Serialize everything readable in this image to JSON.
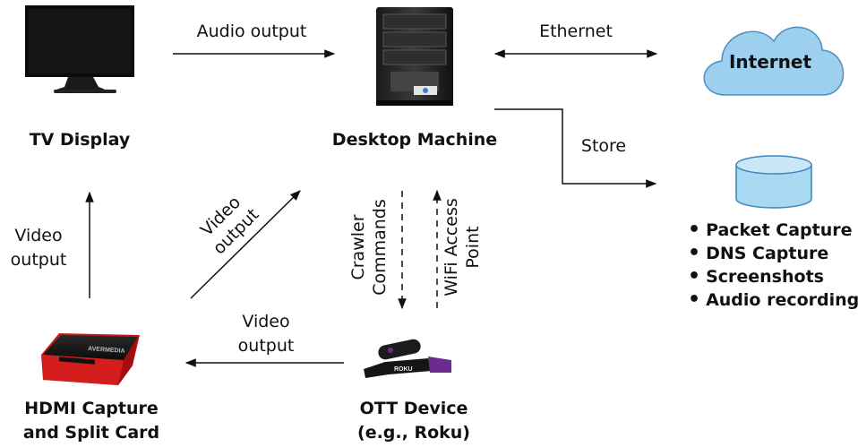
{
  "nodes": {
    "tv": {
      "label": "TV Display",
      "icon": "tv-monitor-icon"
    },
    "desktop": {
      "label": "Desktop Machine",
      "icon": "desktop-tower-icon"
    },
    "internet": {
      "label": "Internet",
      "icon": "cloud-icon"
    },
    "hdmi": {
      "label_line1": "HDMI Capture",
      "label_line2": "and Split Card",
      "icon": "capture-card-icon",
      "brand": "AVERMEDIA"
    },
    "ott": {
      "label_line1": "OTT Device",
      "label_line2": "(e.g., Roku)",
      "icon": "streaming-stick-icon",
      "brand": "ROKU"
    },
    "storage": {
      "icon": "database-cylinder-icon"
    }
  },
  "edges": {
    "audio_output": "Audio output",
    "ethernet": "Ethernet",
    "store": "Store",
    "video_output_left": {
      "line1": "Video",
      "line2": "output"
    },
    "video_output_diag": {
      "line1": "Video",
      "line2": "output"
    },
    "video_output_bottom": {
      "line1": "Video",
      "line2": "output"
    },
    "crawler_commands": {
      "line1": "Crawler",
      "line2": "Commands"
    },
    "wifi_access_point": {
      "line1": "WiFi Access",
      "line2": "Point"
    }
  },
  "storage_items": [
    "Packet Capture",
    "DNS Capture",
    "Screenshots",
    "Audio recordings"
  ],
  "colors": {
    "cloud_fill": "#9dcfef",
    "cylinder_fill": "#a8d8f2",
    "card_red": "#d41e1e",
    "roku_purple": "#6c2b8f"
  }
}
